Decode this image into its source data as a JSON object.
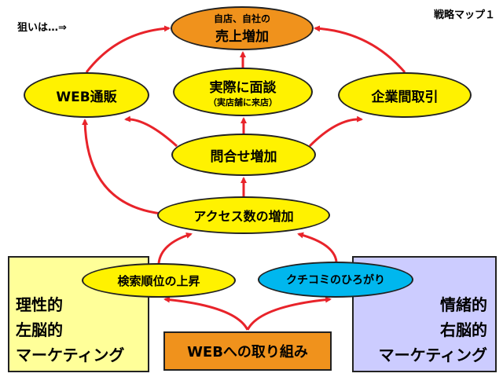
{
  "header": {
    "title": "戦略マップ１",
    "aim": "狙いは…⇒"
  },
  "nodes": {
    "top": {
      "line1": "自店、自社の",
      "line2": "売上増加"
    },
    "web_sales": "WEB通販",
    "visit": {
      "line1": "実際に面談",
      "line2": "（実店舗に来店）"
    },
    "corporate": "企業間取引",
    "inquiry": "問合せ増加",
    "access": "アクセス数の増加",
    "search": "検索順位の上昇",
    "word_of_mouth": "クチコミのひろがり"
  },
  "left_box": {
    "line1": "理性的",
    "line2": "左脳的",
    "line3": "マーケティング"
  },
  "right_box": {
    "line1": "情緒的",
    "line2": "右脳的",
    "line3": "マーケティング"
  },
  "bottom_box": "WEBへの取り組み",
  "colors": {
    "yellow": "#fff200",
    "orange": "#f0921c",
    "cyan": "#00b7ee",
    "left_box": "#ffff99",
    "right_box": "#ccccff",
    "arrow": "#e8232a"
  }
}
